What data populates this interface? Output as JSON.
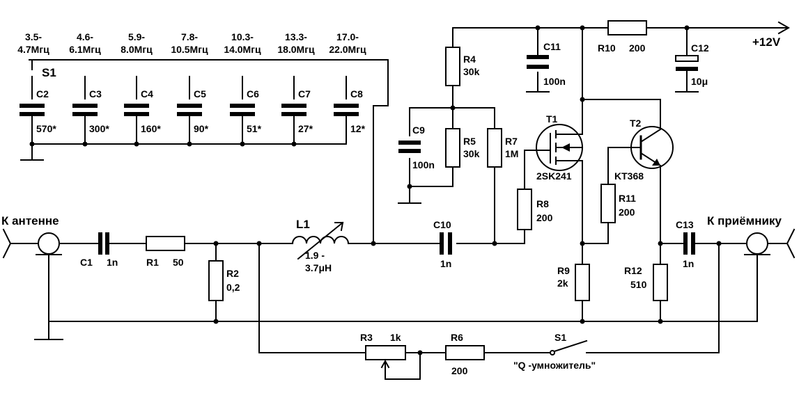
{
  "bands": [
    {
      "top": "3.5-",
      "bottom": "4.7Мгц"
    },
    {
      "top": "4.6-",
      "bottom": "6.1Мгц"
    },
    {
      "top": "5.9-",
      "bottom": "8.0Мгц"
    },
    {
      "top": "7.8-",
      "bottom": "10.5Мгц"
    },
    {
      "top": "10.3-",
      "bottom": "14.0Мгц"
    },
    {
      "top": "13.3-",
      "bottom": "18.0Мгц"
    },
    {
      "top": "17.0-",
      "bottom": "22.0Мгц"
    }
  ],
  "band_caps": [
    {
      "ref": "C2",
      "value": "570*"
    },
    {
      "ref": "C3",
      "value": "300*"
    },
    {
      "ref": "C4",
      "value": "160*"
    },
    {
      "ref": "C5",
      "value": "90*"
    },
    {
      "ref": "C6",
      "value": "51*"
    },
    {
      "ref": "C7",
      "value": "27*"
    },
    {
      "ref": "C8",
      "value": "12*"
    }
  ],
  "band_switch": {
    "ref": "S1"
  },
  "supply": {
    "label": "+12V"
  },
  "antenna": {
    "label": "К антенне"
  },
  "receiver": {
    "label": "К приёмнику"
  },
  "q_multiplier": {
    "label": "\"Q -умножитель\""
  },
  "components": {
    "c1": {
      "ref": "C1",
      "value": "1n"
    },
    "r1": {
      "ref": "R1",
      "value": "50"
    },
    "r2": {
      "ref": "R2",
      "value": "0,2"
    },
    "l1": {
      "ref": "L1",
      "value_top": "1.9 -",
      "value_bottom": "3.7μH"
    },
    "r3": {
      "ref": "R3",
      "value": "1k"
    },
    "r6": {
      "ref": "R6",
      "value": "200"
    },
    "s1q": {
      "ref": "S1"
    },
    "c10": {
      "ref": "C10",
      "value": "1n"
    },
    "r4": {
      "ref": "R4",
      "value": "30k"
    },
    "r5": {
      "ref": "R5",
      "value": "30k"
    },
    "r7": {
      "ref": "R7",
      "value": "1M"
    },
    "c9": {
      "ref": "C9",
      "value": "100n"
    },
    "r8": {
      "ref": "R8",
      "value": "200"
    },
    "c11": {
      "ref": "C11",
      "value": "100n"
    },
    "r10": {
      "ref": "R10",
      "value": "200"
    },
    "c12": {
      "ref": "C12",
      "value": "10μ"
    },
    "t1": {
      "ref": "T1",
      "type": "2SK241"
    },
    "t2": {
      "ref": "T2",
      "type": "KT368"
    },
    "r11": {
      "ref": "R11",
      "value": "200"
    },
    "r9": {
      "ref": "R9",
      "value": "2k"
    },
    "r12": {
      "ref": "R12",
      "value": "510"
    },
    "c13": {
      "ref": "C13",
      "value": "1n"
    }
  }
}
